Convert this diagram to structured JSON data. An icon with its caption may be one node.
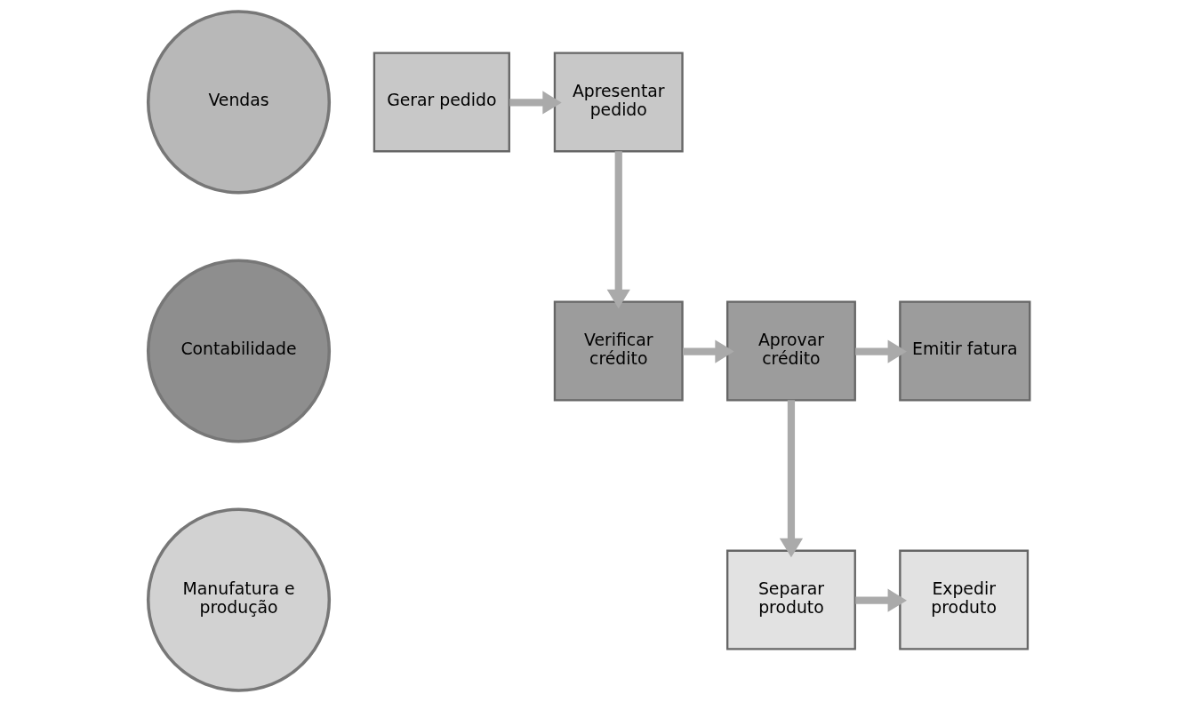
{
  "diagram": {
    "nodes": [
      {
        "text": [
          "Vendas"
        ]
      },
      {
        "text": [
          "Contabilidade"
        ]
      },
      {
        "text": [
          "Manufatura e produção"
        ]
      },
      {
        "text": [
          "Gerar pedido"
        ]
      },
      {
        "text": [
          "Apresentar pedido"
        ]
      },
      {
        "text": [
          "Verificar crédito"
        ]
      },
      {
        "text": [
          "Aprovar crédito"
        ]
      },
      {
        "text": [
          "Emitir fatura"
        ]
      },
      {
        "text": [
          "Separar produto"
        ]
      },
      {
        "text": [
          "Expedir produto"
        ]
      }
    ],
    "edges": [
      {
        "from": 3,
        "to": 4,
        "arrow": "to"
      },
      {
        "from": 4,
        "to": 5,
        "arrow": "to"
      },
      {
        "from": 5,
        "to": 6,
        "arrow": "to"
      },
      {
        "from": 6,
        "to": 7,
        "arrow": "to"
      },
      {
        "from": 6,
        "to": 8,
        "arrow": "to"
      },
      {
        "from": 8,
        "to": 9,
        "arrow": "to"
      }
    ]
  }
}
